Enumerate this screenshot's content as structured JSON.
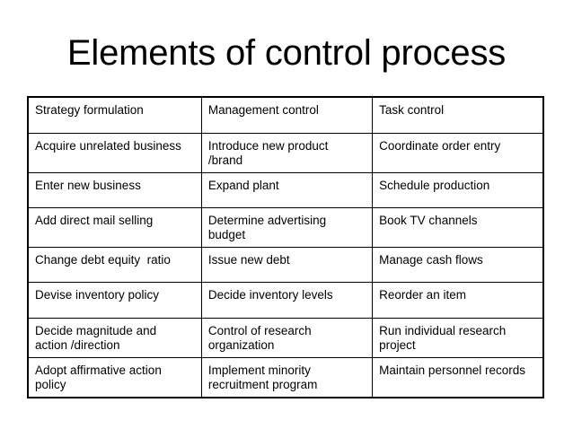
{
  "slide": {
    "title": "Elements of control process",
    "background_color": "#ffffff",
    "text_color": "#000000",
    "border_color": "#000000"
  },
  "table": {
    "columns": [
      "Strategy formulation",
      "Management control",
      "Task control"
    ],
    "rows": [
      {
        "cells": [
          "Strategy formulation",
          "Management control",
          "Task control"
        ]
      },
      {
        "cells": [
          "Acquire unrelated business",
          "Introduce new product\n/brand",
          "Coordinate order entry"
        ]
      },
      {
        "cells": [
          "Enter new business",
          "Expand plant",
          "Schedule production"
        ]
      },
      {
        "cells": [
          "Add direct mail selling",
          "Determine advertising\nbudget",
          "Book TV channels"
        ]
      },
      {
        "cells": [
          "Change debt equity  ratio",
          "Issue new debt",
          "Manage cash flows"
        ]
      },
      {
        "cells": [
          "Devise inventory policy",
          "Decide inventory levels",
          "Reorder an item"
        ]
      },
      {
        "cells": [
          "Decide magnitude and\naction /direction",
          "Control of research\norganization",
          "Run individual research\nproject"
        ]
      },
      {
        "cells": [
          "Adopt affirmative action\npolicy",
          "Implement minority\nrecruitment program",
          "Maintain personnel records"
        ]
      }
    ]
  }
}
